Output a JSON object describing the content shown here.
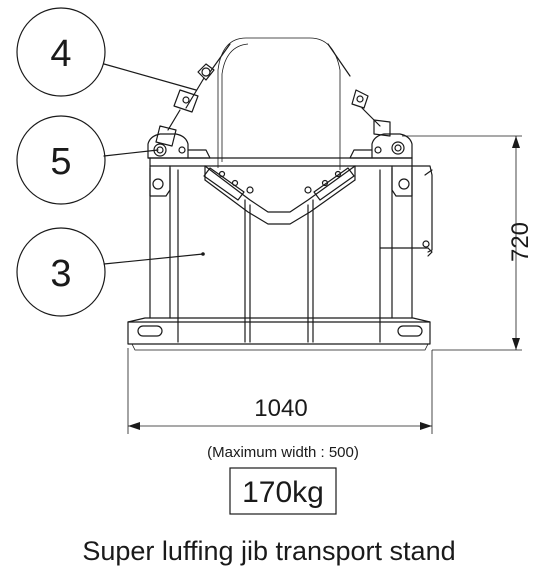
{
  "callouts": [
    {
      "id": "4",
      "label": "4"
    },
    {
      "id": "5",
      "label": "5"
    },
    {
      "id": "3",
      "label": "3"
    }
  ],
  "dimensions": {
    "height": "720",
    "width": "1040",
    "note": "(Maximum width : 500)"
  },
  "weight": "170kg",
  "caption": "Super luffing jib transport stand"
}
